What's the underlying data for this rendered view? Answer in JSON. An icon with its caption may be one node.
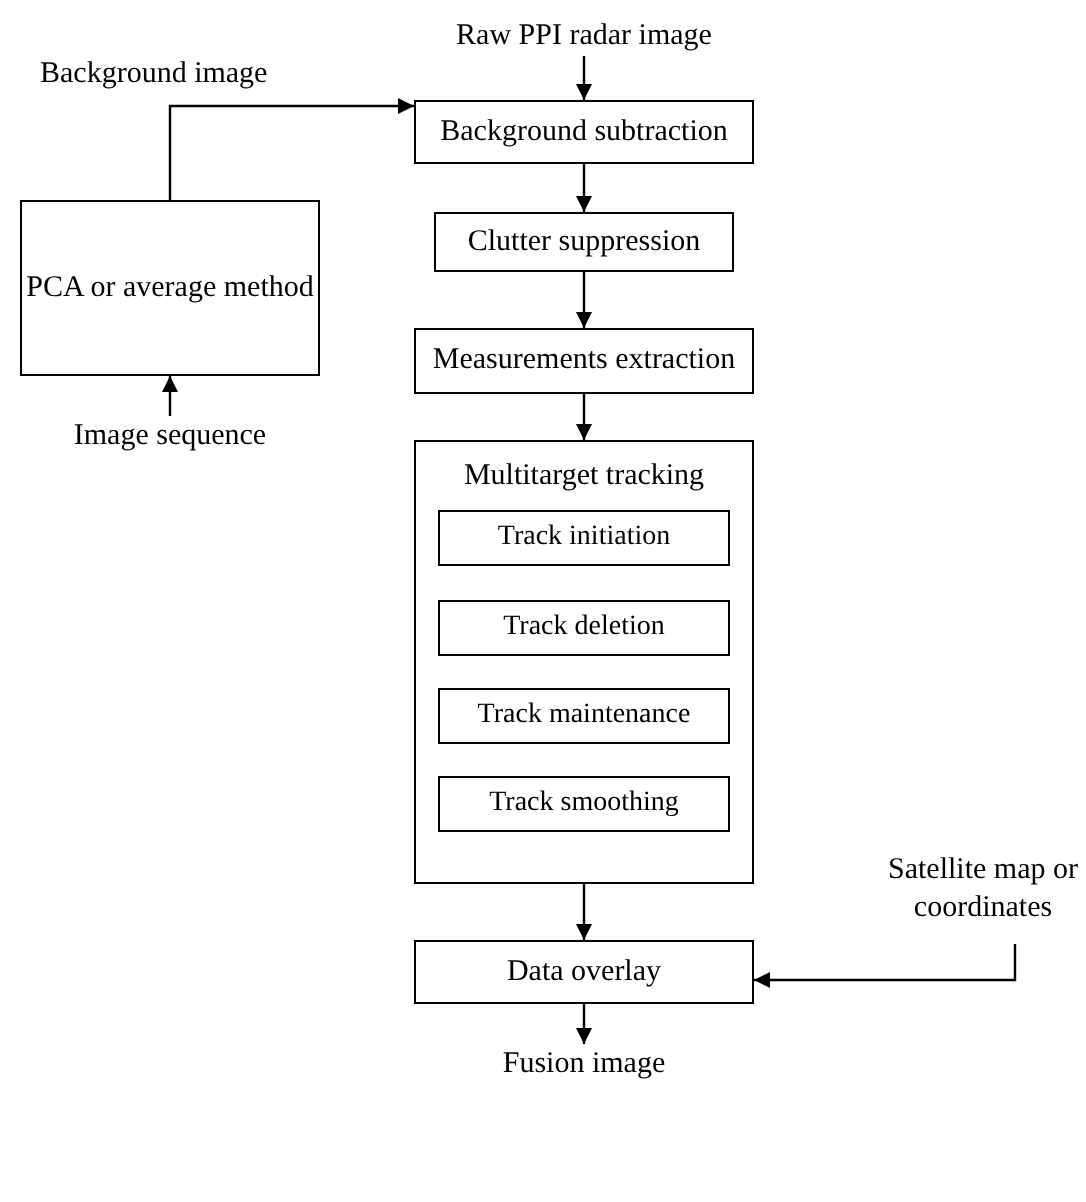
{
  "diagram": {
    "nodes": [
      {
        "text": [
          "Raw PPI radar image"
        ]
      },
      {
        "text": [
          "Background subtraction"
        ]
      },
      {
        "text": [
          "PCA or average method"
        ]
      },
      {
        "text": [
          "Clutter suppression"
        ]
      },
      {
        "text": [
          "Image sequence"
        ]
      },
      {
        "text": [
          "Measurements extraction"
        ]
      },
      {
        "text": [
          "Multitarget tracking"
        ]
      },
      {
        "text": [
          "Track initiation"
        ],
        "in": 6
      },
      {
        "text": [
          "Track deletion"
        ],
        "in": 6
      },
      {
        "text": [
          "Track maintenance"
        ],
        "in": 6
      },
      {
        "text": [
          "Track smoothing"
        ],
        "in": 6
      },
      {
        "text": [
          "Satellite map or coordinates"
        ]
      },
      {
        "text": [
          "Data overlay"
        ]
      },
      {
        "text": [
          "Fusion image"
        ]
      }
    ],
    "edges": [
      {
        "from": 0,
        "to": 1,
        "arrow": "to"
      },
      {
        "from": 2,
        "to": 1,
        "arrow": "to",
        "label": "Background image"
      },
      {
        "from": 1,
        "to": 3,
        "arrow": "to"
      },
      {
        "from": 4,
        "to": 2,
        "arrow": "to"
      },
      {
        "from": 3,
        "to": 5,
        "arrow": "to"
      },
      {
        "from": 5,
        "to": 6,
        "arrow": "to"
      },
      {
        "from": 6,
        "to": 12,
        "arrow": "to"
      },
      {
        "from": 11,
        "to": 12,
        "arrow": "to"
      },
      {
        "from": 12,
        "to": 13,
        "arrow": "to"
      }
    ]
  }
}
